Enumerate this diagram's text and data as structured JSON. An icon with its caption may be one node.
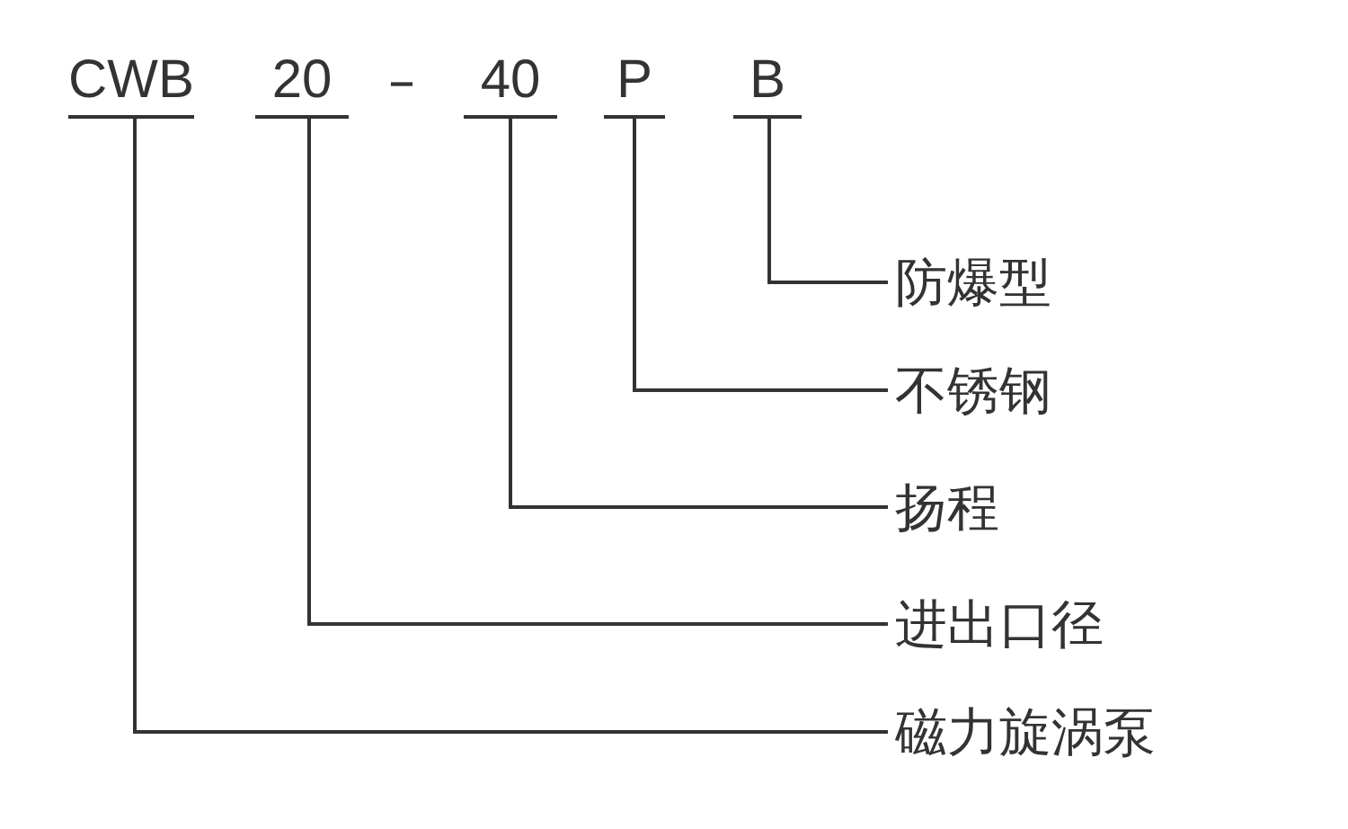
{
  "diagram": {
    "nodes": [
      {
        "text": [
          "CWB"
        ]
      },
      {
        "text": [
          "20"
        ]
      },
      {
        "text": [
          "40"
        ]
      },
      {
        "text": [
          "P"
        ]
      },
      {
        "text": [
          "B"
        ]
      },
      {
        "text": [
          "防爆型"
        ]
      },
      {
        "text": [
          "不锈钢"
        ]
      },
      {
        "text": [
          "扬程"
        ]
      },
      {
        "text": [
          "进出口径"
        ]
      },
      {
        "text": [
          "磁力旋涡泵"
        ]
      }
    ],
    "edges": [
      {
        "from": 4,
        "to": 5,
        "arrow": "none"
      },
      {
        "from": 3,
        "to": 6,
        "arrow": "none"
      },
      {
        "from": 2,
        "to": 7,
        "arrow": "none"
      },
      {
        "from": 1,
        "to": 8,
        "arrow": "none"
      },
      {
        "from": 0,
        "to": 9,
        "arrow": "none"
      }
    ],
    "labels": [
      "–"
    ]
  }
}
